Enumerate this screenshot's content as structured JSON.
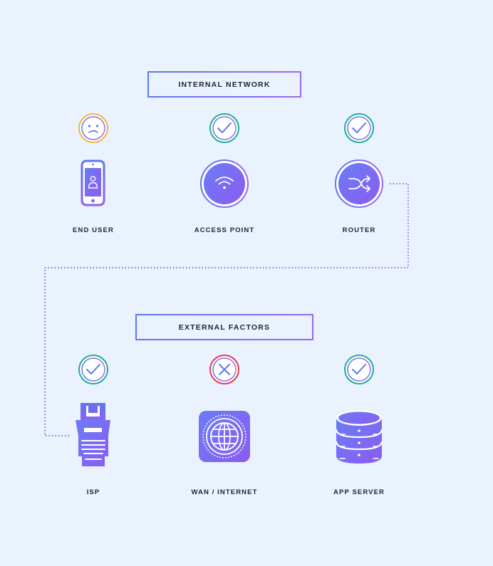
{
  "sections": [
    {
      "title": "INTERNAL NETWORK"
    },
    {
      "title": "EXTERNAL FACTORS"
    }
  ],
  "nodes": [
    {
      "label": "END USER",
      "icon": "phone-user-icon",
      "status": "sad",
      "status_icon": "sad-face-icon"
    },
    {
      "label": "ACCESS POINT",
      "icon": "wifi-icon",
      "status": "ok",
      "status_icon": "check-icon"
    },
    {
      "label": "ROUTER",
      "icon": "shuffle-icon",
      "status": "ok",
      "status_icon": "check-icon"
    },
    {
      "label": "ISP",
      "icon": "ethernet-plug-icon",
      "status": "ok",
      "status_icon": "check-icon"
    },
    {
      "label": "WAN / INTERNET",
      "icon": "globe-icon",
      "status": "error",
      "status_icon": "x-icon"
    },
    {
      "label": "APP SERVER",
      "icon": "database-icon",
      "status": "ok",
      "status_icon": "check-icon"
    }
  ],
  "colors": {
    "background": "#eaf2fd",
    "accent_start": "#5d77f5",
    "accent_end": "#9a68f0",
    "ok": "#1fb08e",
    "warning": "#f2b43a",
    "error": "#e23a4a",
    "text": "#1f2236"
  }
}
